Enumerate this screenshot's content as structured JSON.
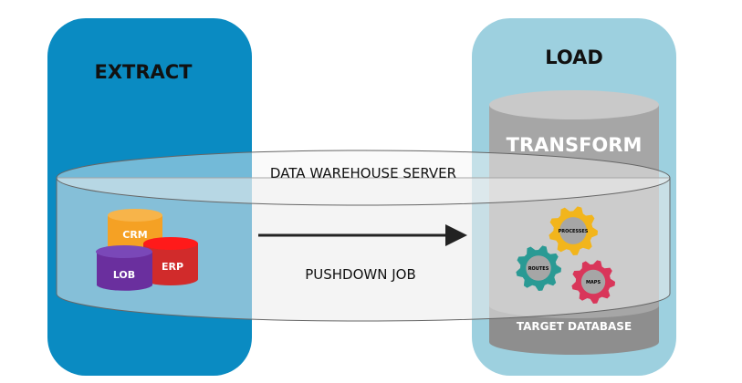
{
  "extract": {
    "title": "EXTRACT",
    "color": "#0a8bc2"
  },
  "load": {
    "title": "LOAD",
    "color": "#9dd0df"
  },
  "server": {
    "label": "DATA WAREHOUSE SERVER",
    "job_label": "PUSHDOWN JOB"
  },
  "sources": [
    {
      "label": "CRM",
      "color": "#f5a124"
    },
    {
      "label": "ERP",
      "color": "#d12b2b"
    },
    {
      "label": "LOB",
      "color": "#6a2f9e"
    }
  ],
  "target": {
    "transform_label": "TRANSFORM",
    "database_label": "TARGET DATABASE",
    "gears": [
      {
        "label": "PROCESSES",
        "color": "#f2b51c"
      },
      {
        "label": "ROUTES",
        "color": "#2a9a94"
      },
      {
        "label": "MAPS",
        "color": "#d9365a"
      }
    ]
  }
}
